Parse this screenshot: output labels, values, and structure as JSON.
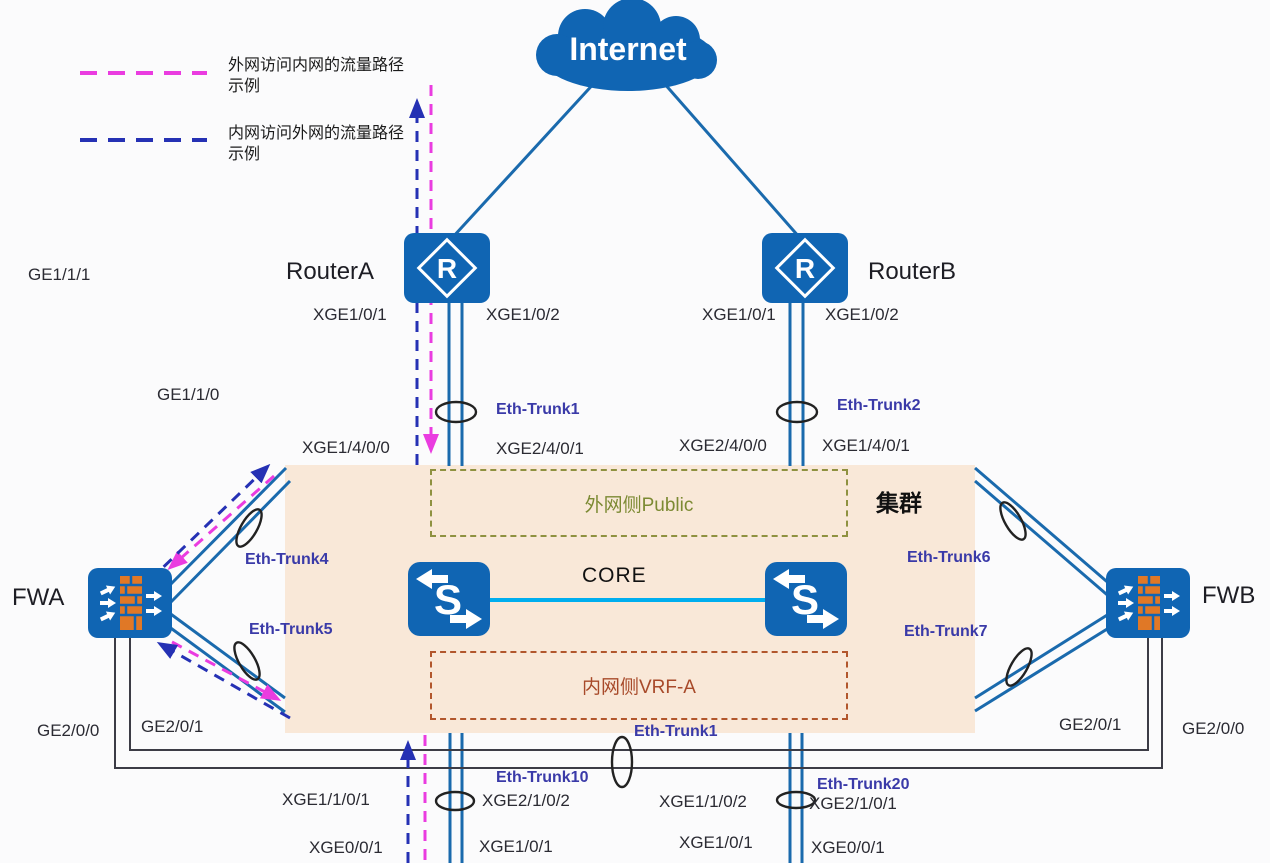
{
  "legend": {
    "magenta_label": "外网访问内网的流量路径示例",
    "blue_label": "内网访问外网的流量路径示例"
  },
  "nodes": {
    "internet": "Internet",
    "router_a": "RouterA",
    "router_b": "RouterB",
    "fw_a": "FWA",
    "fw_b": "FWB",
    "core": "CORE",
    "cluster": "集群",
    "public_zone": "外网侧Public",
    "vrf_zone": "内网侧VRF-A"
  },
  "icons": {
    "router_letter": "R",
    "switch_letter": "S"
  },
  "trunks": {
    "t1_top": "Eth-Trunk1",
    "t2": "Eth-Trunk2",
    "t4": "Eth-Trunk4",
    "t5": "Eth-Trunk5",
    "t6": "Eth-Trunk6",
    "t7": "Eth-Trunk7",
    "t1_bottom": "Eth-Trunk1",
    "t10": "Eth-Trunk10",
    "t20": "Eth-Trunk20"
  },
  "ports": {
    "ge111": "GE1/1/1",
    "ge110": "GE1/1/0",
    "ra_left": "XGE1/0/1",
    "ra_right": "XGE1/0/2",
    "rb_left": "XGE1/0/1",
    "rb_right": "XGE1/0/2",
    "cl_a_left": "XGE1/4/0/0",
    "cl_a_right": "XGE2/4/0/1",
    "cl_b_left": "XGE2/4/0/0",
    "cl_b_right": "XGE1/4/0/1",
    "fwa_ge200": "GE2/0/0",
    "fwa_ge201": "GE2/0/1",
    "fwb_ge201": "GE2/0/1",
    "fwb_ge200": "GE2/0/0",
    "bl_xge1101": "XGE1/1/0/1",
    "bl_xge2102": "XGE2/1/0/2",
    "bl_xge001": "XGE0/0/1",
    "bl_xge101": "XGE1/0/1",
    "br_xge1102": "XGE1/1/0/2",
    "br_xge2101": "XGE2/1/0/1",
    "br_xge101": "XGE1/0/1",
    "br_xge001": "XGE0/0/1"
  },
  "colors": {
    "node_blue": "#1065b3",
    "link_blue": "#1a6aad",
    "core_link": "#00aeef",
    "dash_magenta": "#ea3ce0",
    "dash_blue": "#2531b4",
    "trunk_text": "#3a3aa8",
    "cluster_bg": "#f9e8d8",
    "public_green": "#7c8a33",
    "vrf_brown": "#a84a2a",
    "brick_orange": "#e07826",
    "heartbeat_line": "#3c3c46"
  }
}
